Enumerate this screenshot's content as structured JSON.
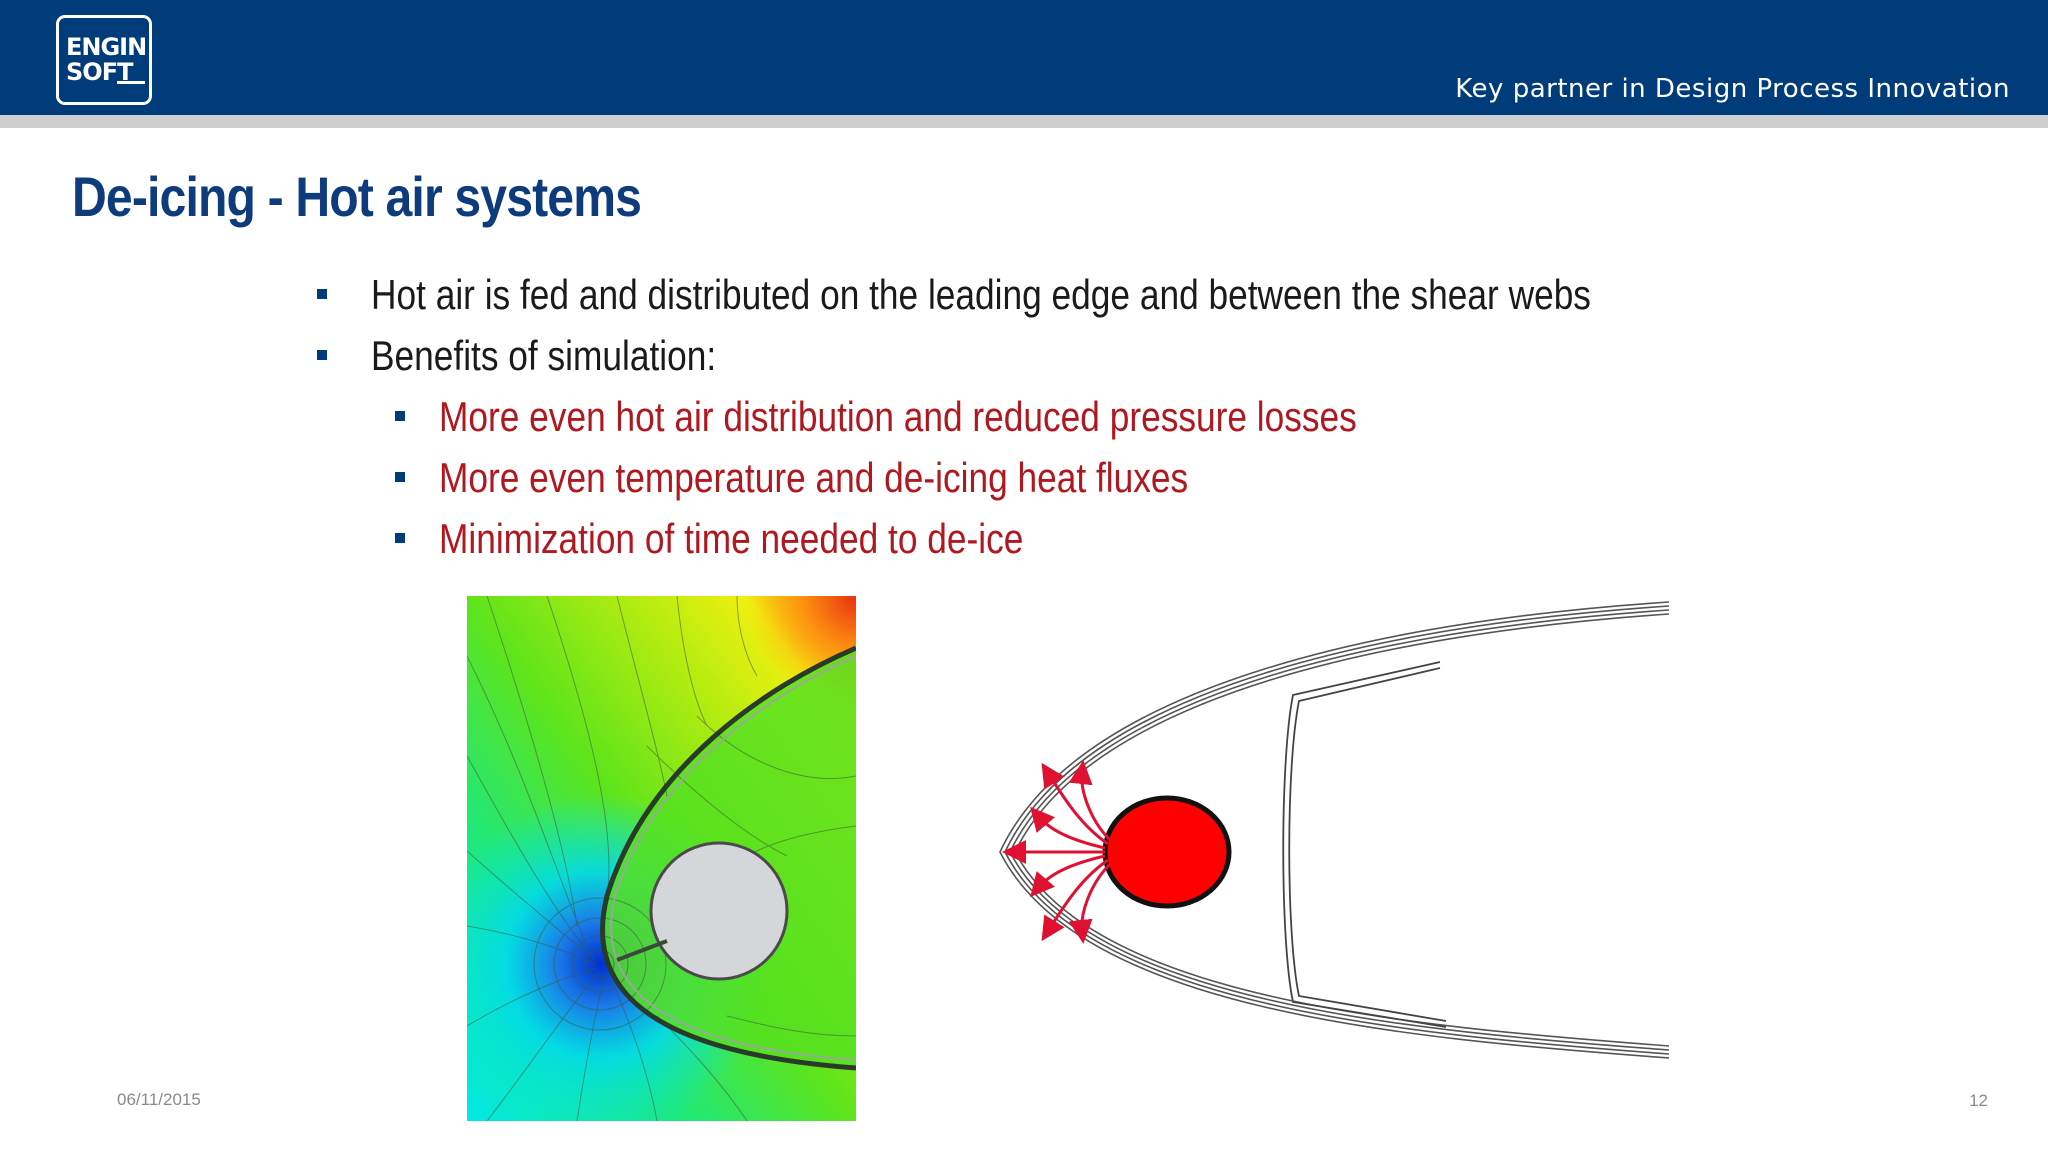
{
  "header": {
    "logo": {
      "line1": "ENGIN",
      "line2": "SOFT"
    },
    "tagline": "Key partner in Design Process Innovation",
    "brand_color": "#003b7a"
  },
  "slide": {
    "title": "De-icing - Hot air systems",
    "bullets": [
      {
        "level": 1,
        "text": "Hot air is fed and distributed on the leading edge and between the shear webs"
      },
      {
        "level": 1,
        "text": "Benefits of simulation:"
      },
      {
        "level": 2,
        "text": "More even hot air distribution and reduced pressure losses"
      },
      {
        "level": 2,
        "text": "More even temperature and de-icing heat fluxes"
      },
      {
        "level": 2,
        "text": "Minimization of time needed to de-ice"
      }
    ],
    "sub_bullet_color": "#b0181f",
    "title_color": "#0d3b7c"
  },
  "figures": {
    "left": "cfd-contour-plot-leading-edge",
    "right": "leading-edge-hot-air-schematic"
  },
  "footer": {
    "date": "06/11/2015",
    "page": "12"
  }
}
